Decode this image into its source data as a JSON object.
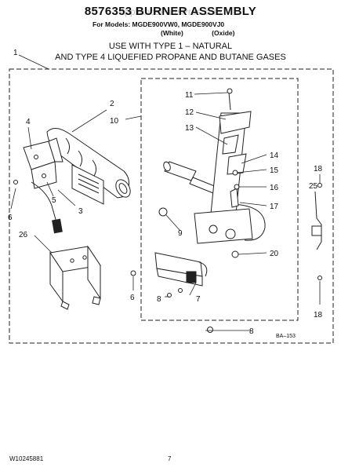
{
  "header": {
    "title": "8576353 BURNER ASSEMBLY",
    "watermark": "appliancePartsPros.com",
    "models_line": "For Models: MGDE900VW0, MGDE900VJ0",
    "variants": [
      "(White)",
      "(Oxide)"
    ],
    "gas_line_1": "USE WITH TYPE 1 –  NATURAL",
    "gas_line_2": "AND TYPE 4    LIQUEFIED PROPANE AND BUTANE GASES"
  },
  "callouts": [
    "1",
    "2",
    "3",
    "4",
    "5",
    "6",
    "6",
    "7",
    "8",
    "8",
    "9",
    "10",
    "11",
    "12",
    "13",
    "14",
    "15",
    "16",
    "17",
    "18",
    "18",
    "20",
    "25",
    "26"
  ],
  "diagram_code": "BA–153",
  "footer": {
    "doc_number": "W10245881",
    "page_number": "7"
  }
}
